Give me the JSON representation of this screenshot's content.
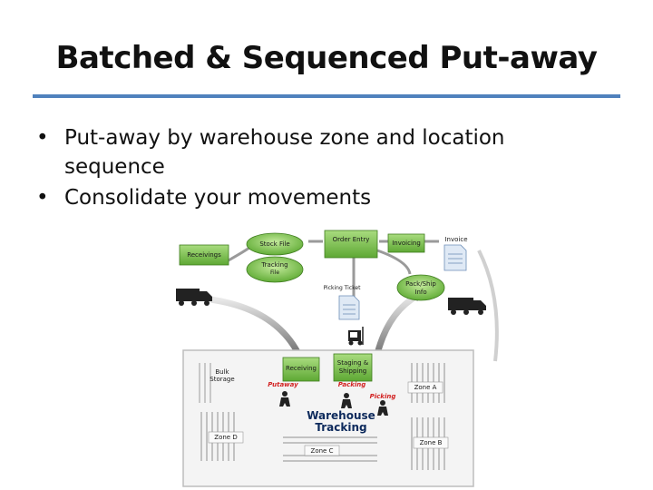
{
  "slide": {
    "title": "Batched & Sequenced Put-away",
    "bullets": [
      "Put-away by warehouse zone and location sequence",
      "Consolidate your movements"
    ]
  },
  "diagram": {
    "nodes": {
      "receivings": "Receivings",
      "stock_file": "Stock File",
      "tracking_file_line1": "Tracking",
      "tracking_file_line2": "File",
      "order_entry": "Order Entry",
      "invoicing": "Invoicing",
      "invoice_doc": "Invoice",
      "picking_ticket": "Picking Ticket",
      "pack_ship_line1": "Pack/Ship",
      "pack_ship_line2": "Info",
      "bulk_storage_line1": "Bulk",
      "bulk_storage_line2": "Storage",
      "receiving": "Receiving",
      "staging_line1": "Staging &",
      "staging_line2": "Shipping",
      "zone_a": "Zone A",
      "zone_b": "Zone B",
      "zone_c": "Zone C",
      "zone_d": "Zone D",
      "putaway": "Putaway",
      "packing": "Packing",
      "picking": "Picking",
      "warehouse_line1": "Warehouse",
      "warehouse_line2": "Tracking"
    },
    "colors": {
      "title_rule": "#4f81bd",
      "node_green": "#7bc04a",
      "label_red": "#d22222",
      "warehouse_text": "#0d2a5c"
    }
  }
}
